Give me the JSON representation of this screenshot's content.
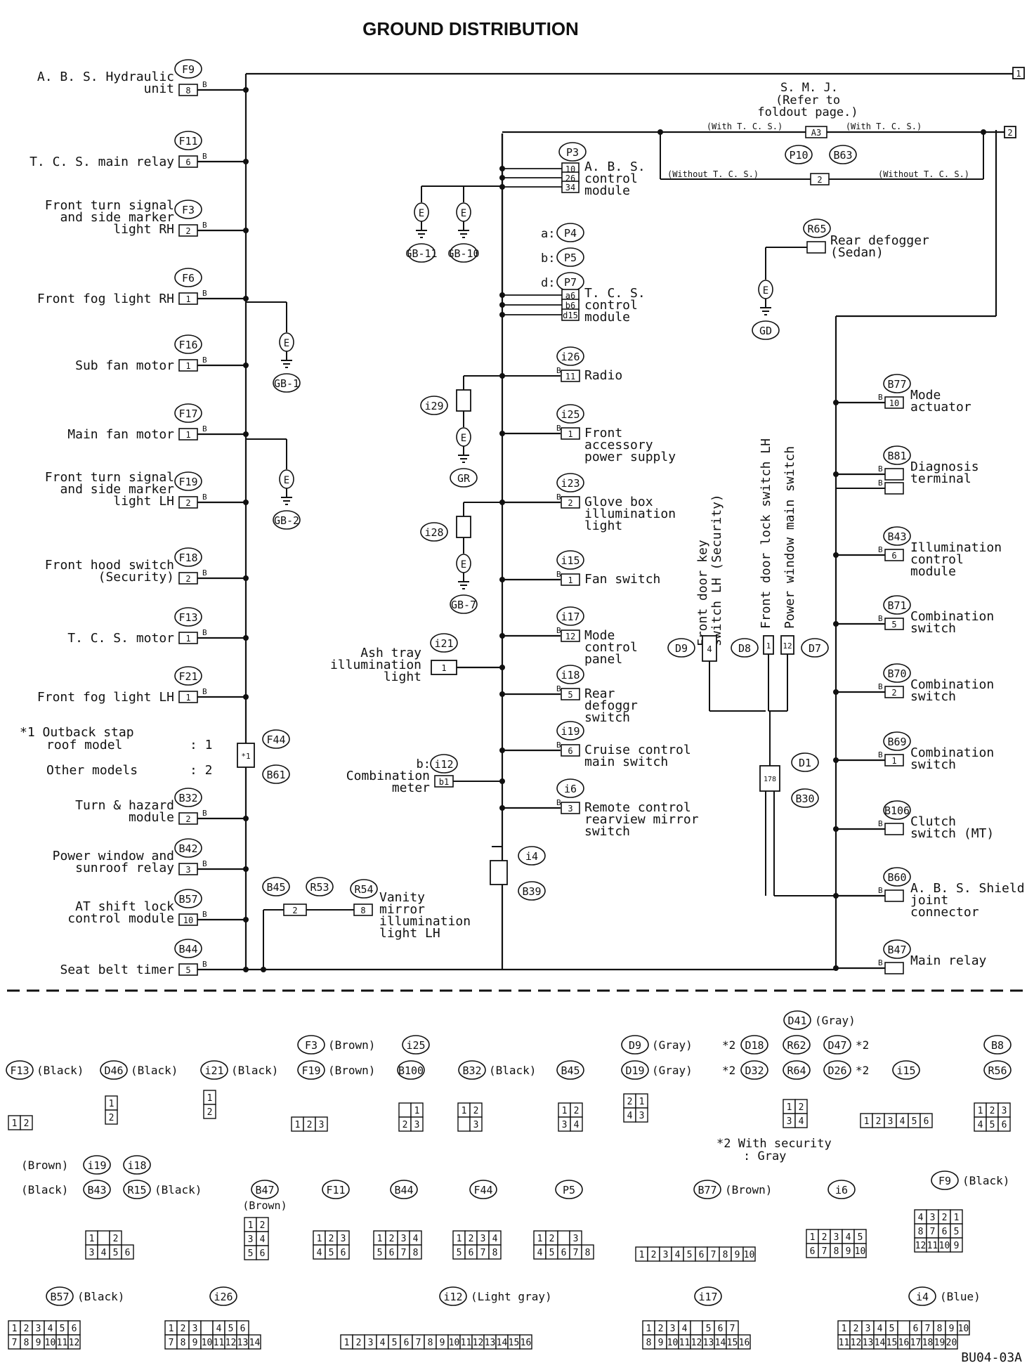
{
  "title": "GROUND DISTRIBUTION",
  "figure_code": "BU04-03A",
  "ground_label": "E",
  "pin_b": "B",
  "left": [
    {
      "lines": [
        "A. B. S. Hydraulic",
        "unit"
      ],
      "code": "F9",
      "pin": "8"
    },
    {
      "lines": [
        "T. C. S. main relay"
      ],
      "code": "F11",
      "pin": "6"
    },
    {
      "lines": [
        "Front turn signal",
        "and side marker",
        "light RH"
      ],
      "code": "F3",
      "pin": "2"
    },
    {
      "lines": [
        "Front fog light RH"
      ],
      "code": "F6",
      "pin": "1"
    },
    {
      "lines": [
        "Sub fan motor"
      ],
      "code": "F16",
      "pin": "1"
    },
    {
      "lines": [
        "Main fan motor"
      ],
      "code": "F17",
      "pin": "1"
    },
    {
      "lines": [
        "Front turn signal",
        "and side marker",
        "light LH"
      ],
      "code": "F19",
      "pin": "2"
    },
    {
      "lines": [
        "Front hood switch",
        "(Security)"
      ],
      "code": "F18",
      "pin": "2"
    },
    {
      "lines": [
        "T. C. S. motor"
      ],
      "code": "F13",
      "pin": "1"
    },
    {
      "lines": [
        "Front fog light LH"
      ],
      "code": "F21",
      "pin": "1"
    },
    {
      "lines": [
        "Turn & hazard",
        "module"
      ],
      "code": "B32",
      "pin": "2"
    },
    {
      "lines": [
        "Power window and",
        "sunroof relay"
      ],
      "code": "B42",
      "pin": "3"
    },
    {
      "lines": [
        "AT shift lock",
        "control module"
      ],
      "code": "B57",
      "pin": "10"
    },
    {
      "lines": [
        "Seat belt timer"
      ],
      "code": "B44",
      "pin": "5"
    }
  ],
  "left_grounds": [
    "GB-1",
    "GB-2"
  ],
  "note": {
    "marker": "*1",
    "line1": "Outback stap",
    "line2": "roof model",
    "val1": ": 1",
    "line3": "Other models",
    "val2": ": 2",
    "connector": "F44",
    "connector2": "B61",
    "pin": "*1"
  },
  "smj": {
    "title": "S. M. J.",
    "ref1": "(Refer to",
    "ref2": "foldout page.)",
    "with": "(With T. C. S.)",
    "without": "(Without T. C. S.)",
    "pin_with": "A3",
    "pin_without": "2",
    "codes": [
      "P10",
      "B63"
    ]
  },
  "terminals": [
    "1",
    "2"
  ],
  "abs": {
    "code": "P3",
    "pins": [
      "10",
      "26",
      "34"
    ],
    "lines": [
      "A. B. S.",
      "control",
      "module"
    ],
    "grounds": [
      "GB-11",
      "GB-10"
    ]
  },
  "tcs_variants": [
    "a:",
    "b:",
    "d:"
  ],
  "tcs_codes": [
    "P4",
    "P5",
    "P7"
  ],
  "tcs": {
    "pins": [
      "a6",
      "b6",
      "d15"
    ],
    "lines": [
      "T. C. S.",
      "control",
      "module"
    ]
  },
  "rear_defogger": {
    "code": "R65",
    "lines": [
      "Rear defogger",
      "(Sedan)"
    ],
    "ground": "GD"
  },
  "center": [
    {
      "lines": [
        "Radio"
      ],
      "code": "i26",
      "pin": "11"
    },
    {
      "lines": [
        "Front",
        "accessory",
        "power supply"
      ],
      "code": "i25",
      "pin": "1"
    },
    {
      "lines": [
        "Glove box",
        "illumination",
        "light"
      ],
      "code": "i23",
      "pin": "2"
    },
    {
      "lines": [
        "Fan switch"
      ],
      "code": "i15",
      "pin": "1"
    },
    {
      "lines": [
        "Mode",
        "control",
        "panel"
      ],
      "code": "i17",
      "pin": "12"
    },
    {
      "lines": [
        "Rear",
        "defoggr",
        "switch"
      ],
      "code": "i18",
      "pin": "5"
    },
    {
      "lines": [
        "Cruise control",
        "main switch"
      ],
      "code": "i19",
      "pin": "6"
    },
    {
      "lines": [
        "Remote control",
        "rearview mirror",
        "switch"
      ],
      "code": "i6",
      "pin": "3"
    }
  ],
  "center_grounds": [
    {
      "conn": "i29",
      "gnd": "GR"
    },
    {
      "conn": "i28",
      "gnd": "GB-7"
    }
  ],
  "ash_tray": {
    "code": "i21",
    "pin": "1",
    "lines": [
      "Ash tray",
      "illumination",
      "light"
    ]
  },
  "combination_meter": {
    "prefix": "b:",
    "code": "i12",
    "pin": "b1",
    "lines": [
      "Combination",
      "meter"
    ]
  },
  "i4": {
    "code": "i4",
    "code2": "B39"
  },
  "vanity": {
    "codes": [
      "B45",
      "R53",
      "R54"
    ],
    "pin1": "2",
    "pin2": "8",
    "lines": [
      "Vanity",
      "mirror",
      "illumination",
      "light LH"
    ]
  },
  "door": {
    "labels": [
      "Front door key",
      "switch LH (Security)",
      "Front door lock switch LH",
      "Power window main switch"
    ],
    "codes": [
      "D9",
      "D8",
      "D7"
    ],
    "pins": [
      "4",
      "1",
      "12"
    ],
    "joint": {
      "code": "D1",
      "code2": "B30",
      "pins": [
        "1",
        "7",
        "8"
      ]
    }
  },
  "right": [
    {
      "lines": [
        "Mode",
        "actuator"
      ],
      "code": "B77",
      "pin": "10"
    },
    {
      "lines": [
        "Diagnosis",
        "terminal"
      ],
      "code": "B81",
      "pin": ""
    },
    {
      "lines": [
        "Illumination",
        "control",
        "module"
      ],
      "code": "B43",
      "pin": "6"
    },
    {
      "lines": [
        "Combination",
        "switch"
      ],
      "code": "B71",
      "pin": "5"
    },
    {
      "lines": [
        "Combination",
        "switch"
      ],
      "code": "B70",
      "pin": "2"
    },
    {
      "lines": [
        "Combination",
        "switch"
      ],
      "code": "B69",
      "pin": "1"
    },
    {
      "lines": [
        "Clutch",
        "switch (MT)"
      ],
      "code": "B106",
      "pin": ""
    },
    {
      "lines": [
        "A. B. S. Shield",
        "joint",
        "connector"
      ],
      "code": "B60",
      "pin": ""
    },
    {
      "lines": [
        "Main relay"
      ],
      "code": "B47",
      "pin": ""
    }
  ],
  "legend": {
    "row1": [
      {
        "codes": [
          "F13"
        ],
        "color": "(Black)",
        "grid": [
          [
            "1",
            "2"
          ]
        ]
      },
      {
        "codes": [
          "D46"
        ],
        "color": "(Black)",
        "grid": [
          [
            "1"
          ],
          [
            "2"
          ]
        ]
      },
      {
        "codes": [
          "i21"
        ],
        "color": "(Black)",
        "grid": [
          [
            "1"
          ],
          [
            "2"
          ]
        ]
      },
      {
        "codes": [
          "F3",
          "F19"
        ],
        "colors": [
          "(Brown)",
          "(Brown)"
        ],
        "grid": [
          [
            "1",
            "2",
            "3"
          ]
        ]
      },
      {
        "codes": [
          "i25",
          "B100"
        ],
        "grid": [
          [
            "",
            "1"
          ],
          [
            "2",
            "3"
          ]
        ]
      },
      {
        "codes": [
          "B32"
        ],
        "color": "(Black)",
        "grid": [
          [
            "1",
            "2"
          ],
          [
            "",
            "3"
          ]
        ]
      },
      {
        "codes": [
          "B45"
        ],
        "grid": [
          [
            "1",
            "2"
          ],
          [
            "3",
            "4"
          ]
        ]
      },
      {
        "codes": [
          "D9",
          "D19"
        ],
        "colors": [
          "(Gray)",
          "(Gray)"
        ],
        "grid": [
          [
            "2",
            "1"
          ],
          [
            "4",
            "3"
          ]
        ]
      },
      {
        "codes": [
          "D41",
          "D18",
          "R62",
          "D47",
          "D32",
          "R64",
          "D26"
        ],
        "colors": [
          "(Gray)"
        ],
        "marks": [
          "*2",
          "*2"
        ],
        "grid": [
          [
            "1",
            "2"
          ],
          [
            "3",
            "4"
          ]
        ]
      },
      {
        "codes": [
          "i15"
        ],
        "grid": [
          [
            "1",
            "2",
            "3",
            "4",
            "5",
            "6"
          ]
        ]
      },
      {
        "codes": [
          "B8",
          "R56"
        ],
        "grid": [
          [
            "1",
            "2",
            "3"
          ],
          [
            "4",
            "5",
            "6"
          ]
        ]
      }
    ],
    "security_note": "*2 With security",
    "security_color": ": Gray",
    "row2": [
      {
        "codes": [
          "i19",
          "B43",
          "i18",
          "R15"
        ],
        "colors": [
          "(Brown)",
          "(Black)",
          "(Black)"
        ],
        "grid": [
          [
            "1",
            "",
            "2"
          ],
          [
            "3",
            "4",
            "5",
            "6"
          ]
        ]
      },
      {
        "codes": [
          "B47"
        ],
        "color": "(Brown)",
        "grid": [
          [
            "1",
            "2"
          ],
          [
            "3",
            "4"
          ],
          [
            "5",
            "6"
          ]
        ]
      },
      {
        "codes": [
          "F11"
        ],
        "grid": [
          [
            "1",
            "2",
            "3"
          ],
          [
            "4",
            "5",
            "6"
          ]
        ]
      },
      {
        "codes": [
          "B44"
        ],
        "grid": [
          [
            "1",
            "2",
            "3",
            "4"
          ],
          [
            "5",
            "6",
            "7",
            "8"
          ]
        ]
      },
      {
        "codes": [
          "F44"
        ],
        "grid": [
          [
            "1",
            "2",
            "3",
            "4"
          ],
          [
            "5",
            "6",
            "7",
            "8"
          ]
        ]
      },
      {
        "codes": [
          "P5"
        ],
        "grid": [
          [
            "1",
            "2",
            "",
            "3"
          ],
          [
            "4",
            "5",
            "6",
            "7",
            "8"
          ]
        ]
      },
      {
        "codes": [
          "B77"
        ],
        "color": "(Brown)",
        "grid": [
          [
            "1",
            "2",
            "3",
            "4",
            "5",
            "6",
            "7",
            "8",
            "9",
            "10"
          ]
        ]
      },
      {
        "codes": [
          "i6"
        ],
        "grid": [
          [
            "1",
            "2",
            "3",
            "4",
            "5"
          ],
          [
            "6",
            "7",
            "8",
            "9",
            "10"
          ]
        ]
      },
      {
        "codes": [
          "F9"
        ],
        "color": "(Black)",
        "grid": [
          [
            "4",
            "3",
            "2",
            "1"
          ],
          [
            "8",
            "7",
            "6",
            "5"
          ],
          [
            "12",
            "11",
            "10",
            "9"
          ]
        ]
      }
    ],
    "row3": [
      {
        "codes": [
          "B57"
        ],
        "color": "(Black)",
        "grid": [
          [
            "1",
            "2",
            "3",
            "4",
            "5",
            "6"
          ],
          [
            "7",
            "8",
            "9",
            "10",
            "11",
            "12"
          ]
        ]
      },
      {
        "codes": [
          "i26"
        ],
        "grid": [
          [
            "1",
            "2",
            "3",
            "",
            "4",
            "5",
            "6"
          ],
          [
            "7",
            "8",
            "9",
            "10",
            "11",
            "12",
            "13",
            "14"
          ]
        ]
      },
      {
        "codes": [
          "i12"
        ],
        "color": "(Light gray)",
        "grid": [
          [
            "1",
            "2",
            "3",
            "4",
            "5",
            "6",
            "7",
            "8",
            "9",
            "10",
            "11",
            "12",
            "13",
            "14",
            "15",
            "16"
          ]
        ]
      },
      {
        "codes": [
          "i17"
        ],
        "grid": [
          [
            "1",
            "2",
            "3",
            "4",
            "",
            "5",
            "6",
            "7"
          ],
          [
            "8",
            "9",
            "10",
            "11",
            "12",
            "13",
            "14",
            "15",
            "16"
          ]
        ]
      },
      {
        "codes": [
          "i4"
        ],
        "color": "(Blue)",
        "grid": [
          [
            "1",
            "2",
            "3",
            "4",
            "5",
            "",
            "6",
            "7",
            "8",
            "9",
            "10"
          ],
          [
            "11",
            "12",
            "13",
            "14",
            "15",
            "16",
            "17",
            "18",
            "19",
            "20"
          ]
        ]
      }
    ]
  }
}
